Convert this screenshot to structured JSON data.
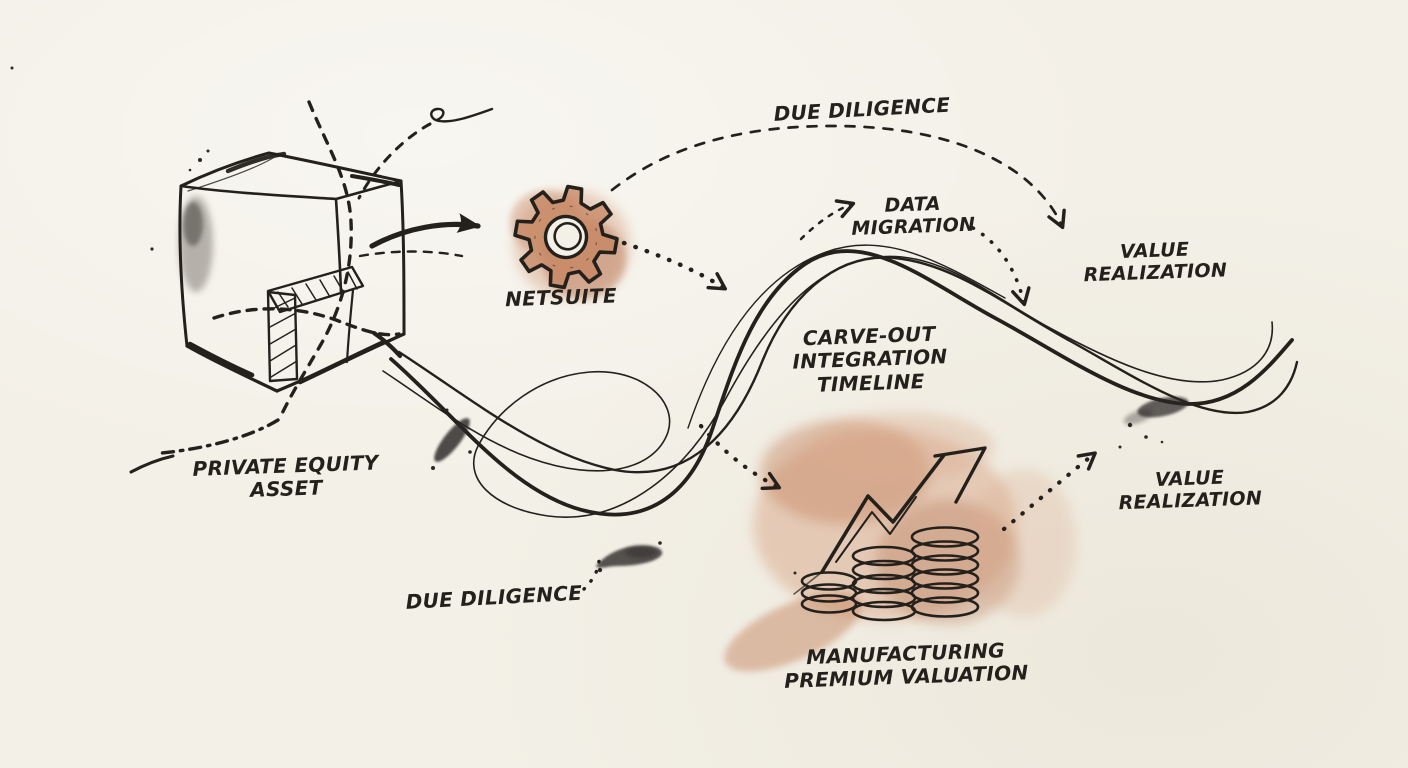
{
  "title": "Private equity carve-out integration sketch",
  "colors": {
    "paper": "#f3f0e7",
    "ink": "#24211d",
    "terracotta": "#c5845f",
    "terracotta_deep": "#b97a5a",
    "terracotta_light": "#dcae92",
    "smudge": "#57514a"
  },
  "labels": {
    "due_diligence_top": [
      "DUE DILIGENCE"
    ],
    "data_migration": [
      "DATA",
      "MIGRATION"
    ],
    "value_realization_top": [
      "VALUE",
      "REALIZATION"
    ],
    "netsuite": [
      "NETSUITE"
    ],
    "carve_out_timeline": [
      "CARVE-OUT",
      "INTEGRATION",
      "TIMELINE"
    ],
    "private_equity_asset": [
      "PRIVATE EQUITY",
      "ASSET"
    ],
    "due_diligence_bottom": [
      "DUE DILIGENCE"
    ],
    "manufacturing_premium": [
      "MANUFACTURING",
      "PREMIUM VALUATION"
    ],
    "value_realization_bottom": [
      "VALUE",
      "REALIZATION"
    ]
  },
  "icons": [
    {
      "name": "carved-cube-icon",
      "meaning": "private equity asset cube with carved-out notch"
    },
    {
      "name": "gear-icon",
      "meaning": "NetSuite system gear"
    },
    {
      "name": "coin-stacks-icon",
      "meaning": "three rising coin stacks"
    },
    {
      "name": "growth-arrow-icon",
      "meaning": "zigzag growth arrow"
    }
  ]
}
